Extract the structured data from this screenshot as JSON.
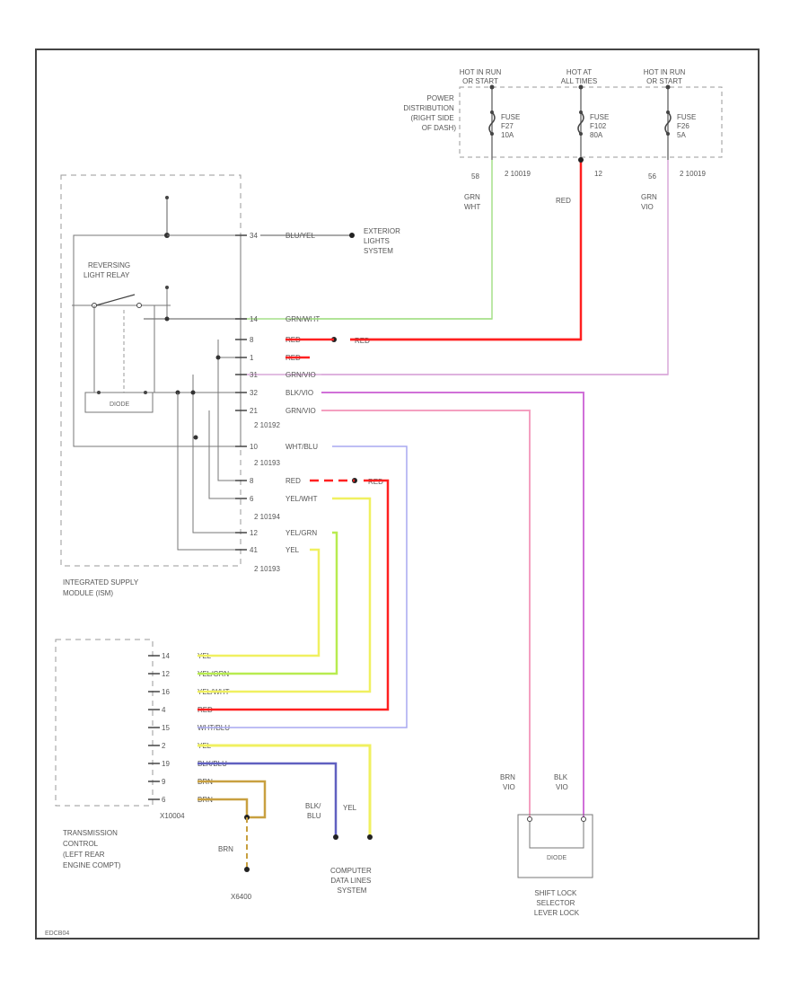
{
  "power": {
    "hot1": [
      "HOT IN RUN",
      "OR START"
    ],
    "hot2": [
      "HOT AT",
      "ALL TIMES"
    ],
    "hot3": [
      "HOT IN RUN",
      "OR START"
    ],
    "pdb": [
      "POWER",
      "DISTRIBUTION",
      "(RIGHT SIDE",
      "OF DASH)"
    ],
    "fuse1": [
      "FUSE",
      "F27",
      "10A"
    ],
    "fuse2": [
      "FUSE",
      "F102",
      "80A"
    ],
    "fuse3": [
      "FUSE",
      "F26",
      "5A"
    ],
    "pin1": "58",
    "pin2": "12",
    "pin3": "56",
    "conn": "2 10019",
    "conn3": "2 10019",
    "wire1": [
      "GRN",
      "WHT"
    ],
    "wire2": "RED",
    "wire3": [
      "GRN",
      "VIO"
    ]
  },
  "ism": {
    "relay_label": [
      "REVERSING",
      "LIGHT RELAY"
    ],
    "diode": "DIODE",
    "name": [
      "INTEGRATED SUPPLY",
      "MODULE (ISM)"
    ],
    "ext_lights": [
      "EXTERIOR",
      "LIGHTS",
      "SYSTEM"
    ],
    "pins": [
      {
        "pin": "34",
        "wire": "BLU/YEL"
      },
      {
        "pin": "14",
        "wire": "GRN/WHT"
      },
      {
        "pin": "8",
        "wire": "RED"
      },
      {
        "pin": "1",
        "wire": "RED"
      },
      {
        "pin": "31",
        "wire": "GRN/VIO"
      },
      {
        "pin": "32",
        "wire": "BLK/VIO"
      },
      {
        "pin": "21",
        "wire": "GRN/VIO"
      },
      {
        "pin": "10",
        "wire": "WHT/BLU"
      },
      {
        "pin": "8",
        "wire": "RED"
      },
      {
        "pin": "6",
        "wire": "YEL/WHT"
      },
      {
        "pin": "12",
        "wire": "YEL/GRN"
      },
      {
        "pin": "41",
        "wire": "YEL"
      }
    ],
    "red_ext": "RED",
    "conns": [
      "2 10192",
      "2 10193",
      "2 10194",
      "2 10193"
    ]
  },
  "tcm": {
    "name": [
      "TRANSMISSION",
      "CONTROL",
      "(LEFT REAR",
      "ENGINE COMPT)"
    ],
    "conn": "X10004",
    "pins": [
      {
        "pin": "14",
        "wire": "YEL"
      },
      {
        "pin": "12",
        "wire": "YEL/GRN"
      },
      {
        "pin": "16",
        "wire": "YEL/WHT"
      },
      {
        "pin": "4",
        "wire": "RED"
      },
      {
        "pin": "15",
        "wire": "WHT/BLU"
      },
      {
        "pin": "2",
        "wire": "YEL"
      },
      {
        "pin": "19",
        "wire": "BLK/BLU"
      },
      {
        "pin": "9",
        "wire": "BRN"
      },
      {
        "pin": "6",
        "wire": "BRN"
      }
    ]
  },
  "ground": {
    "wire": "BRN",
    "label": "X6400"
  },
  "cdl": {
    "wire1": [
      "BLK/",
      "BLU"
    ],
    "wire2": "YEL",
    "name": [
      "COMPUTER",
      "DATA LINES",
      "SYSTEM"
    ]
  },
  "shift": {
    "wire1": [
      "BRN",
      "VIO"
    ],
    "wire2": [
      "BLK",
      "VIO"
    ],
    "diode": "DIODE",
    "name": [
      "SHIFT LOCK",
      "SELECTOR",
      "LEVER LOCK"
    ]
  },
  "footer": "EDCB04",
  "colors": {
    "red": "#ff2020",
    "green": "#a6e08a",
    "violet": "#d9a8d9",
    "pink": "#f4a0c0",
    "purple": "#d070d8",
    "blue": "#a8a8f0",
    "yellow": "#f0f060",
    "yelgrn": "#b8ec50",
    "brn": "#c8a040",
    "blkblu": "#6060c0"
  }
}
